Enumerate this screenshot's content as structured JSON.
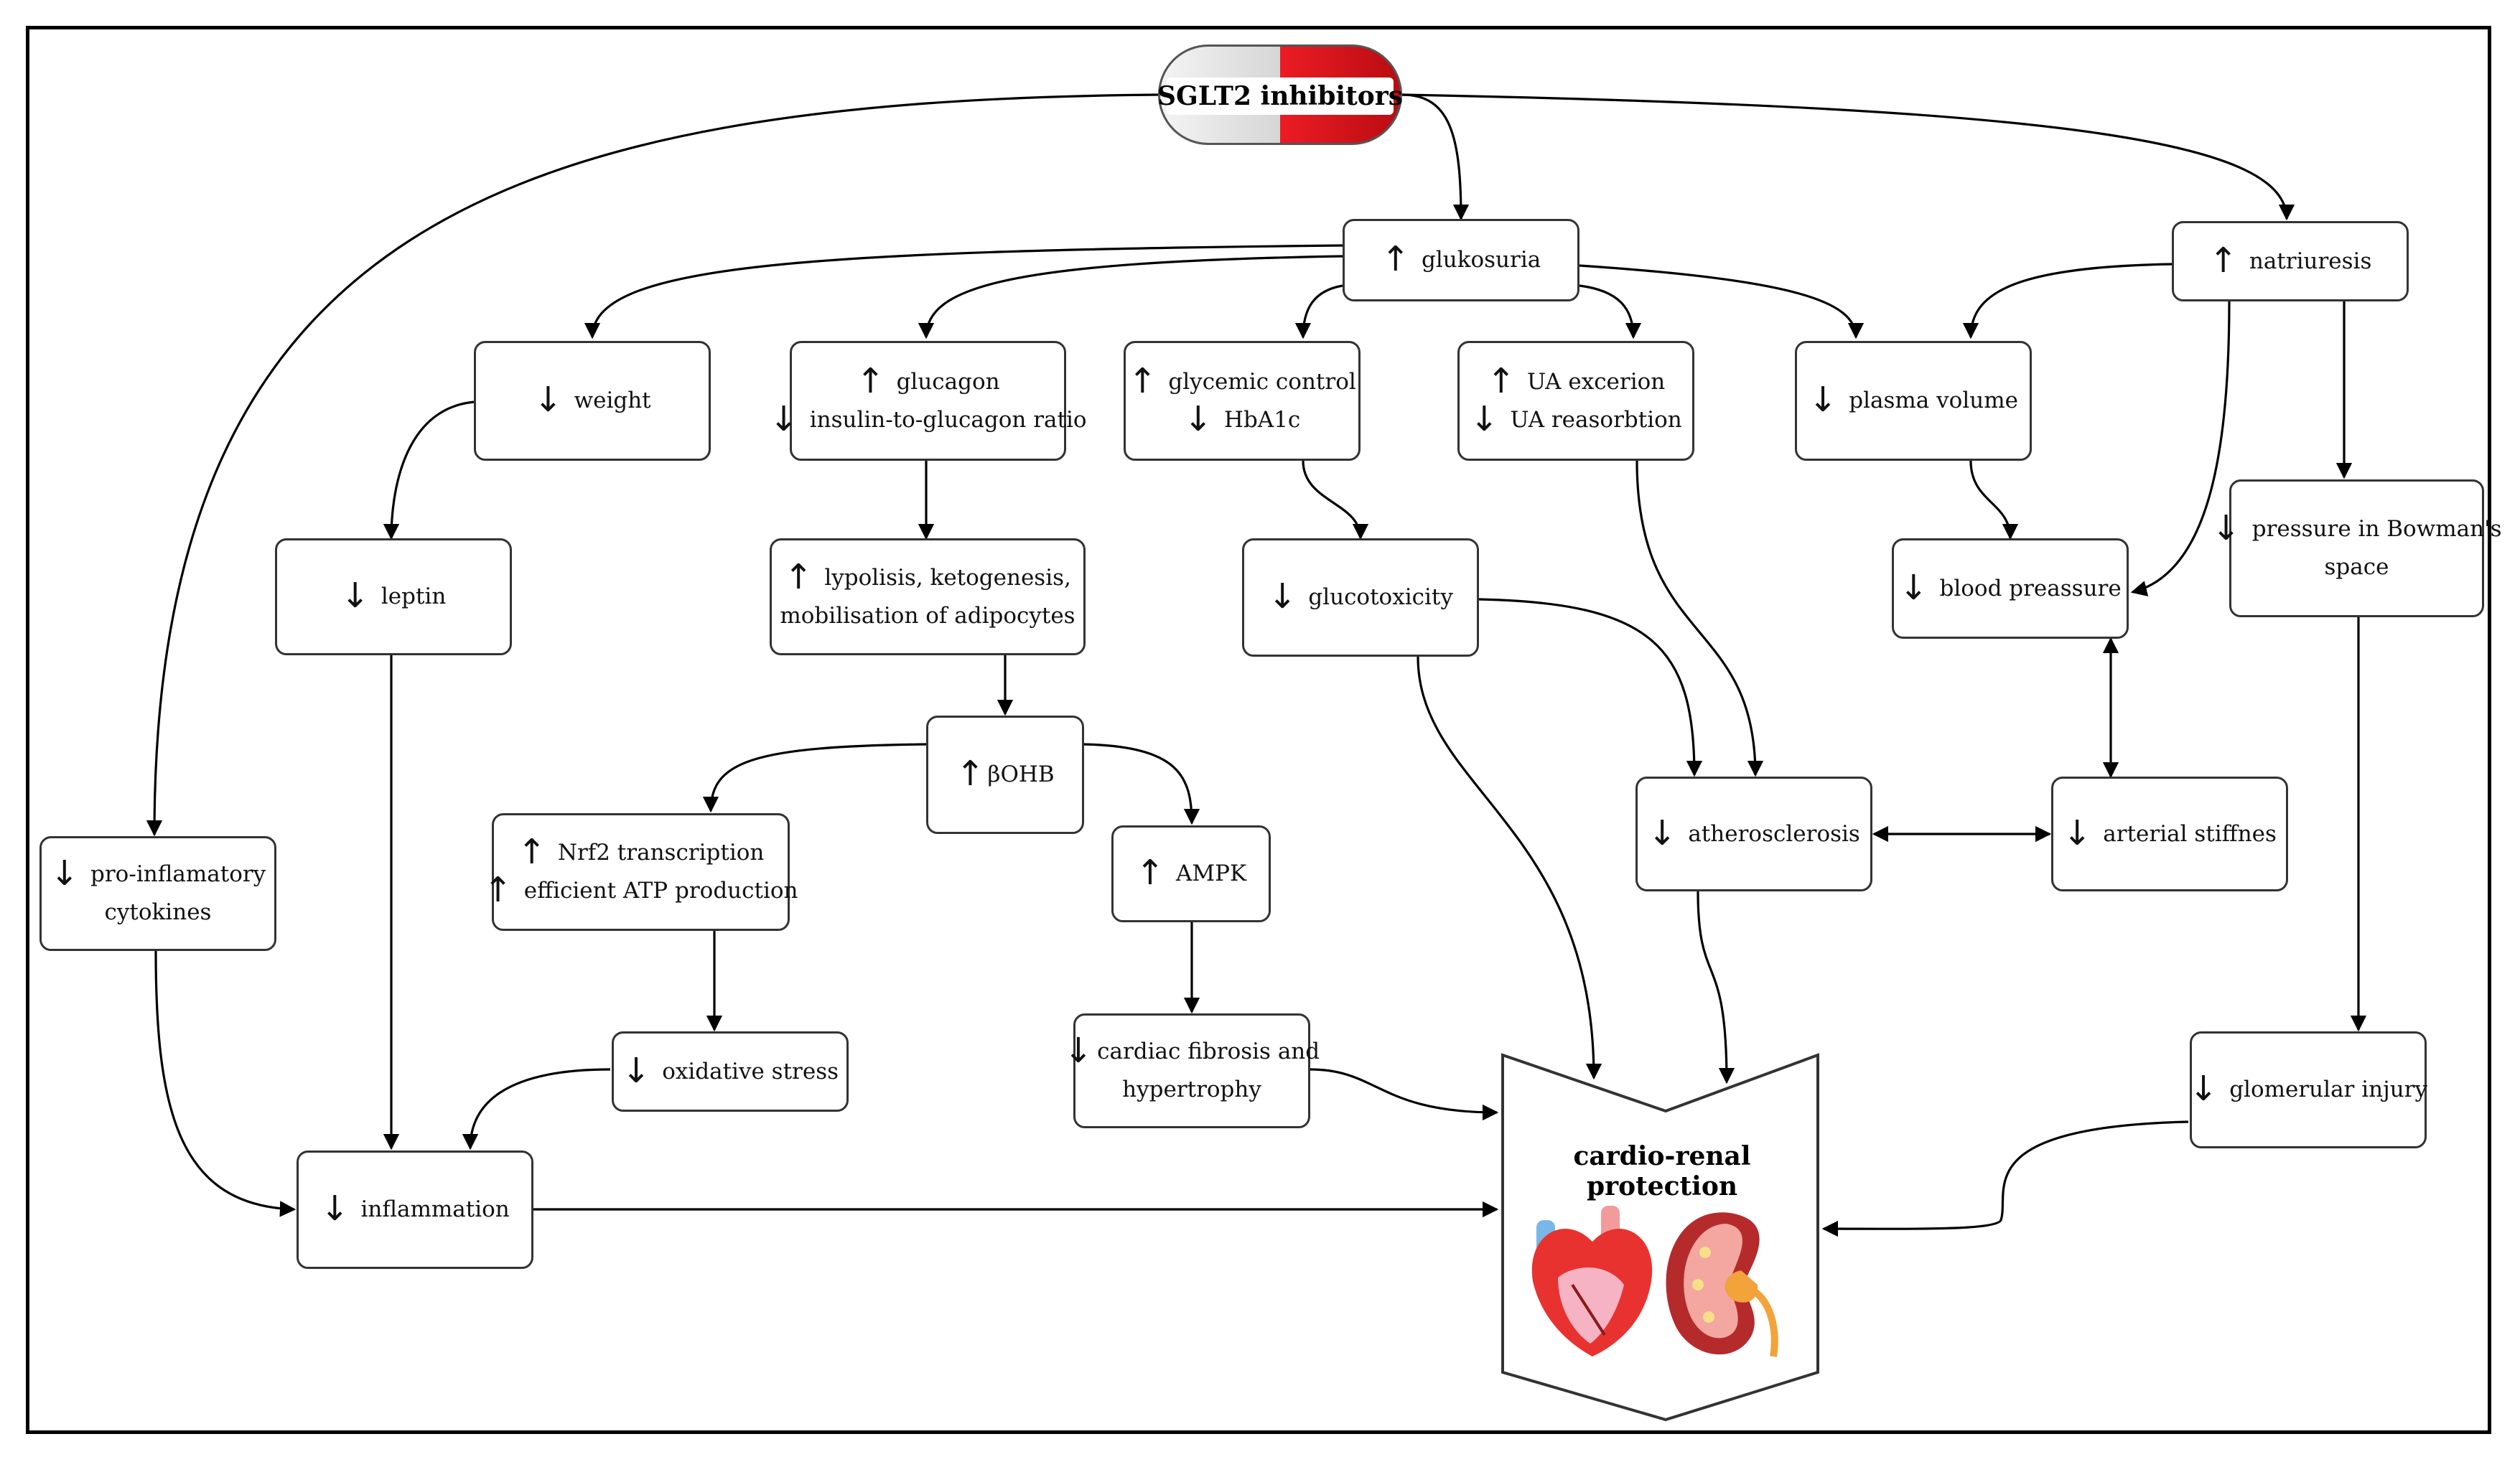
{
  "drug": {
    "label": "SGLT2 inhibitors"
  },
  "symbols": {
    "up": "↑",
    "down": "↓"
  },
  "nodes": {
    "glukosuria": {
      "lines": [
        {
          "arrow": "↑",
          "text": "glukosuria"
        }
      ]
    },
    "natriuresis": {
      "lines": [
        {
          "arrow": "↑",
          "text": "natriuresis"
        }
      ]
    },
    "weight": {
      "lines": [
        {
          "arrow": "↓",
          "text": "weight"
        }
      ]
    },
    "glucagon": {
      "lines": [
        {
          "arrow": "↑",
          "text": "glucagon"
        },
        {
          "arrow": "↓",
          "text": "insulin-to-glucagon ratio"
        }
      ]
    },
    "glycemic": {
      "lines": [
        {
          "arrow": "↑",
          "text": "glycemic control"
        },
        {
          "arrow": "↓",
          "text": "HbA1c"
        }
      ]
    },
    "ua": {
      "lines": [
        {
          "arrow": "↑",
          "text": "UA excerion"
        },
        {
          "arrow": "↓",
          "text": "UA reasorbtion"
        }
      ]
    },
    "plasma": {
      "lines": [
        {
          "arrow": "↓",
          "text": "plasma volume"
        }
      ]
    },
    "leptin": {
      "lines": [
        {
          "arrow": "↓",
          "text": "leptin"
        }
      ]
    },
    "lypolisis": {
      "lines": [
        {
          "arrow": "↑",
          "text": "lypolisis, ketogenesis,"
        },
        {
          "arrow": "",
          "text": "mobilisation of adipocytes"
        }
      ]
    },
    "glucotoxicity": {
      "lines": [
        {
          "arrow": "↓",
          "text": "glucotoxicity"
        }
      ]
    },
    "bloodPressure": {
      "lines": [
        {
          "arrow": "↓",
          "text": "blood preassure"
        }
      ]
    },
    "bowman": {
      "lines": [
        {
          "arrow": "↓",
          "text": "pressure in Bowman's"
        },
        {
          "arrow": "",
          "text": "space"
        }
      ]
    },
    "bohb": {
      "lines": [
        {
          "arrow": "↑",
          "text": "βOHB"
        }
      ]
    },
    "nrf2": {
      "lines": [
        {
          "arrow": "↑",
          "text": "Nrf2 transcription"
        },
        {
          "arrow": "↑",
          "text": "efficient ATP production"
        }
      ]
    },
    "ampk": {
      "lines": [
        {
          "arrow": "↑",
          "text": "AMPK"
        }
      ]
    },
    "atherosclerosis": {
      "lines": [
        {
          "arrow": "↓",
          "text": "atherosclerosis"
        }
      ]
    },
    "arterial": {
      "lines": [
        {
          "arrow": "↓",
          "text": "arterial stiffnes"
        }
      ]
    },
    "cytokines": {
      "lines": [
        {
          "arrow": "↓",
          "text": "pro-inflamatory"
        },
        {
          "arrow": "",
          "text": "cytokines"
        }
      ]
    },
    "oxidative": {
      "lines": [
        {
          "arrow": "↓",
          "text": "oxidative stress"
        }
      ]
    },
    "fibrosis": {
      "lines": [
        {
          "arrow": "↓",
          "text": "cardiac fibrosis and"
        },
        {
          "arrow": "",
          "text": "hypertrophy"
        }
      ]
    },
    "glomerular": {
      "lines": [
        {
          "arrow": "↓",
          "text": "glomerular injury"
        }
      ]
    },
    "inflammation": {
      "lines": [
        {
          "arrow": "↓",
          "text": "inflammation"
        }
      ]
    }
  },
  "target": {
    "title": "cardio-renal protection",
    "images": [
      "heart-icon",
      "kidney-icon"
    ]
  },
  "edges": [
    [
      "drug",
      "glukosuria"
    ],
    [
      "drug",
      "natriuresis"
    ],
    [
      "drug",
      "cytokines"
    ],
    [
      "glukosuria",
      "weight"
    ],
    [
      "glukosuria",
      "glucagon"
    ],
    [
      "glukosuria",
      "glycemic"
    ],
    [
      "glukosuria",
      "ua"
    ],
    [
      "glukosuria",
      "plasma"
    ],
    [
      "natriuresis",
      "plasma"
    ],
    [
      "natriuresis",
      "bloodPressure"
    ],
    [
      "natriuresis",
      "bowman"
    ],
    [
      "weight",
      "leptin"
    ],
    [
      "glucagon",
      "lypolisis"
    ],
    [
      "glycemic",
      "glucotoxicity"
    ],
    [
      "plasma",
      "bloodPressure"
    ],
    [
      "lypolisis",
      "bohb"
    ],
    [
      "bohb",
      "nrf2"
    ],
    [
      "bohb",
      "ampk"
    ],
    [
      "nrf2",
      "oxidative"
    ],
    [
      "ampk",
      "fibrosis"
    ],
    [
      "ua",
      "atherosclerosis"
    ],
    [
      "glucotoxicity",
      "atherosclerosis"
    ],
    [
      "glucotoxicity",
      "target"
    ],
    [
      "bloodPressure",
      "arterial"
    ],
    [
      "arterial",
      "atherosclerosis"
    ],
    [
      "atherosclerosis",
      "target"
    ],
    [
      "fibrosis",
      "target"
    ],
    [
      "inflammation",
      "target"
    ],
    [
      "glomerular",
      "target"
    ],
    [
      "bowman",
      "glomerular"
    ],
    [
      "leptin",
      "inflammation"
    ],
    [
      "oxidative",
      "inflammation"
    ],
    [
      "cytokines",
      "inflammation"
    ]
  ]
}
